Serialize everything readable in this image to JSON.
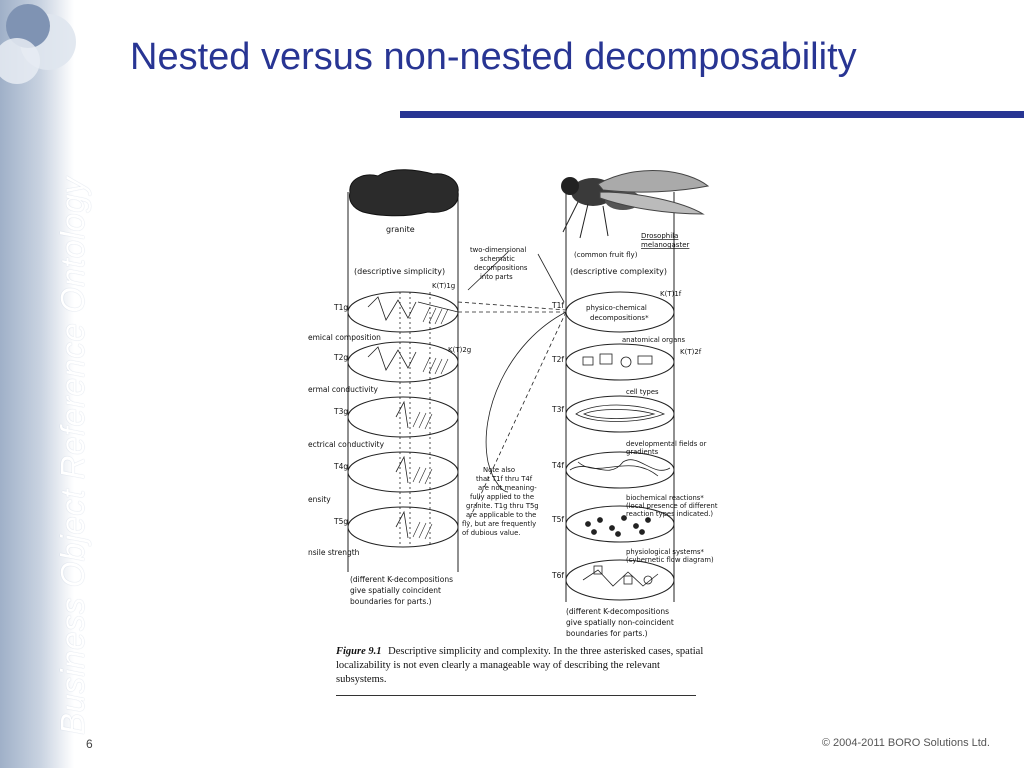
{
  "sidebar": {
    "vertical_text": "Business Object Reference Ontology"
  },
  "slide": {
    "title": "Nested versus non-nested decomposability",
    "page_number": "6",
    "copyright": "© 2004-2011 BORO Solutions Ltd."
  },
  "figure": {
    "left": {
      "object_label": "granite",
      "subtitle": "(descriptive simplicity)",
      "k_label": "K(T)1g",
      "k_label_2": "K(T)2g",
      "level_codes": [
        "T1g",
        "T2g",
        "T3g",
        "T4g",
        "T5g"
      ],
      "levels": [
        "emical composition",
        "ermal conductivity",
        "ectrical conductivity",
        "ensity",
        "nsile strength"
      ],
      "footer": [
        "(different K-decompositions",
        "give spatially coincident",
        "boundaries for parts.)"
      ]
    },
    "right": {
      "object_label": "Drosophila",
      "object_label_2": "melanogaster",
      "object_common": "(common fruit fly)",
      "subtitle": "(descriptive complexity)",
      "k_label": "K(T)1f",
      "k_label_2": "K(T)2f",
      "level_codes": [
        "T1f",
        "T2f",
        "T3f",
        "T4f",
        "T5f",
        "T6f"
      ],
      "first_level": [
        "physico-chemical",
        "decompositions*"
      ],
      "levels": [
        "anatomical organs",
        "cell types",
        "developmental fields or gradients",
        "biochemical reactions* (local presence of different reaction types indicated.)",
        "physiological systems* (cybernetic flow diagram)"
      ],
      "footer": [
        "(different K-decompositions",
        "give spatially non-coincident",
        "boundaries for parts.)"
      ]
    },
    "center_note_top": [
      "two-dimensional",
      "schematic",
      "decompositions",
      "into parts"
    ],
    "center_note_bottom": [
      "Note also",
      "that T1f thru T4f",
      "are not meaning-",
      "fully applied to the",
      "granite. T1g thru T5g",
      "are applicable to the",
      "fly, but are frequently",
      "of dubious value."
    ],
    "caption_label": "Figure 9.1",
    "caption_text": "Descriptive simplicity and complexity. In the three asterisked cases, spatial localizability is not even clearly a manageable way of describing the relevant subsystems."
  }
}
